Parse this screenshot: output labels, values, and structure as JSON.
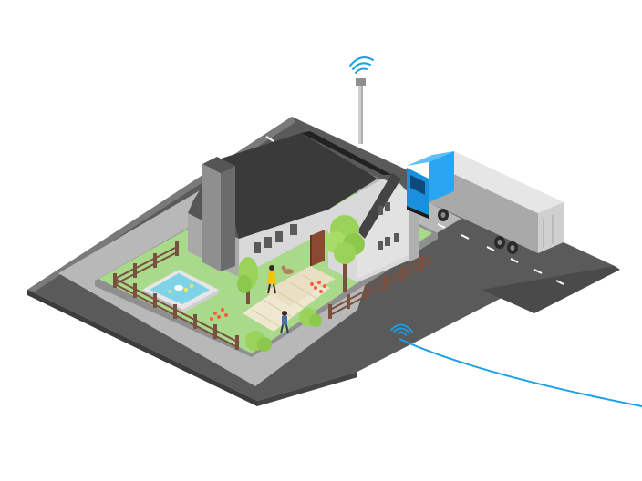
{
  "scene": {
    "kind": "isometric-smart-home-illustration",
    "elements": [
      "road",
      "house",
      "garden",
      "pond",
      "trees",
      "fence",
      "people",
      "dog",
      "lamp-post",
      "wifi-signal",
      "truck",
      "cable"
    ]
  },
  "colors": {
    "road": "#575757",
    "road_light": "#6f6f6f",
    "curb": "#b9b9b9",
    "grass": "#a9d98a",
    "path": "#efe7cf",
    "roof": "#3a3a3a",
    "wall": "#d9d9d9",
    "wall_shadow": "#a9a9a9",
    "tree": "#9bd35a",
    "accent_blue": "#1aa0e8",
    "truck_cab": "#1a8fdc",
    "trailer": "#dcdcdc",
    "water": "#7fd3e6",
    "flower": "#ff5a3c"
  },
  "icons": [
    "wifi-signal-icon",
    "wifi-signal-icon",
    "lamp-post-icon",
    "truck-icon"
  ]
}
